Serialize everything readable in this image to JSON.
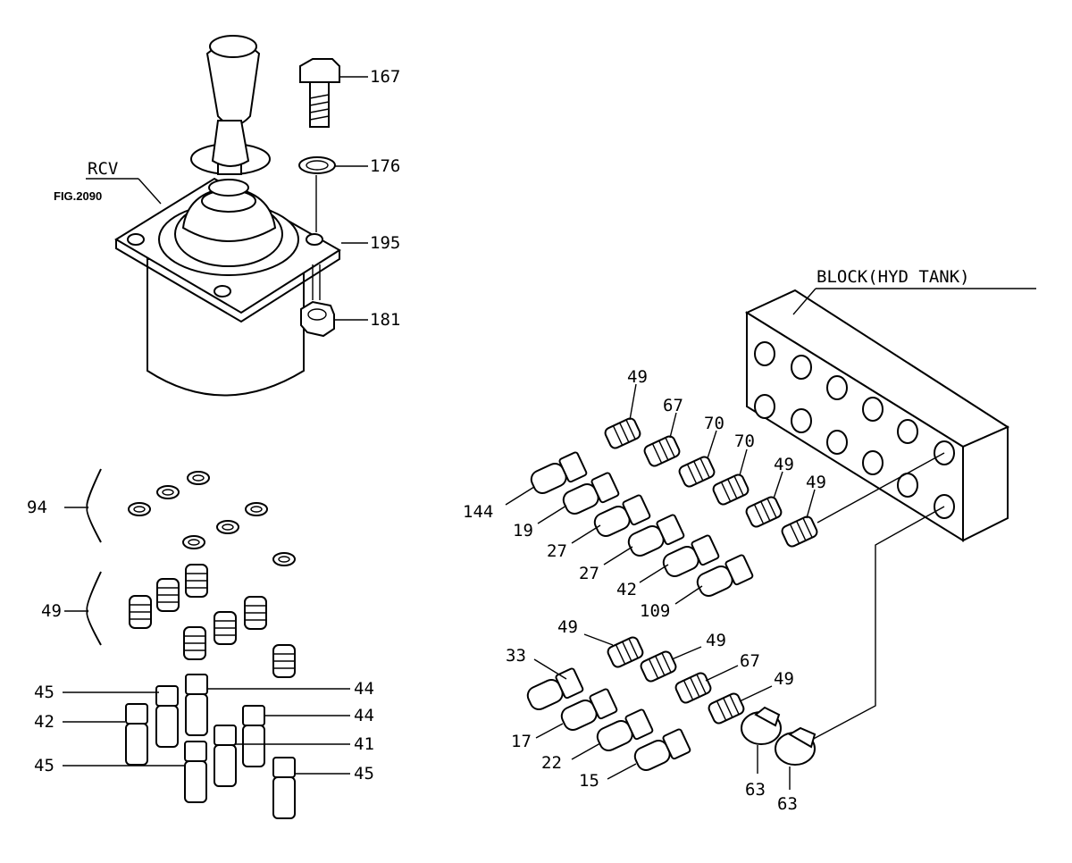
{
  "callouts": {
    "rcv": "RCV",
    "fig_ref": "FIG.2090",
    "block": "BLOCK(HYD TANK)",
    "p167": "167",
    "p176": "176",
    "p195": "195",
    "p181": "181",
    "p94": "94",
    "p49_left": "49",
    "p45_a": "45",
    "p42_left": "42",
    "p45_b": "45",
    "p44_a": "44",
    "p44_b": "44",
    "p41": "41",
    "p45_c": "45",
    "p49_r1": "49",
    "p67_r1": "67",
    "p70_a": "70",
    "p70_b": "70",
    "p49_r2": "49",
    "p49_r3": "49",
    "p144": "144",
    "p19": "19",
    "p27_a": "27",
    "p27_b": "27",
    "p42_right": "42",
    "p109": "109",
    "p49_r4": "49",
    "p33": "33",
    "p49_r5": "49",
    "p67_r2": "67",
    "p49_r6": "49",
    "p17": "17",
    "p22": "22",
    "p15": "15",
    "p63_a": "63",
    "p63_b": "63"
  }
}
